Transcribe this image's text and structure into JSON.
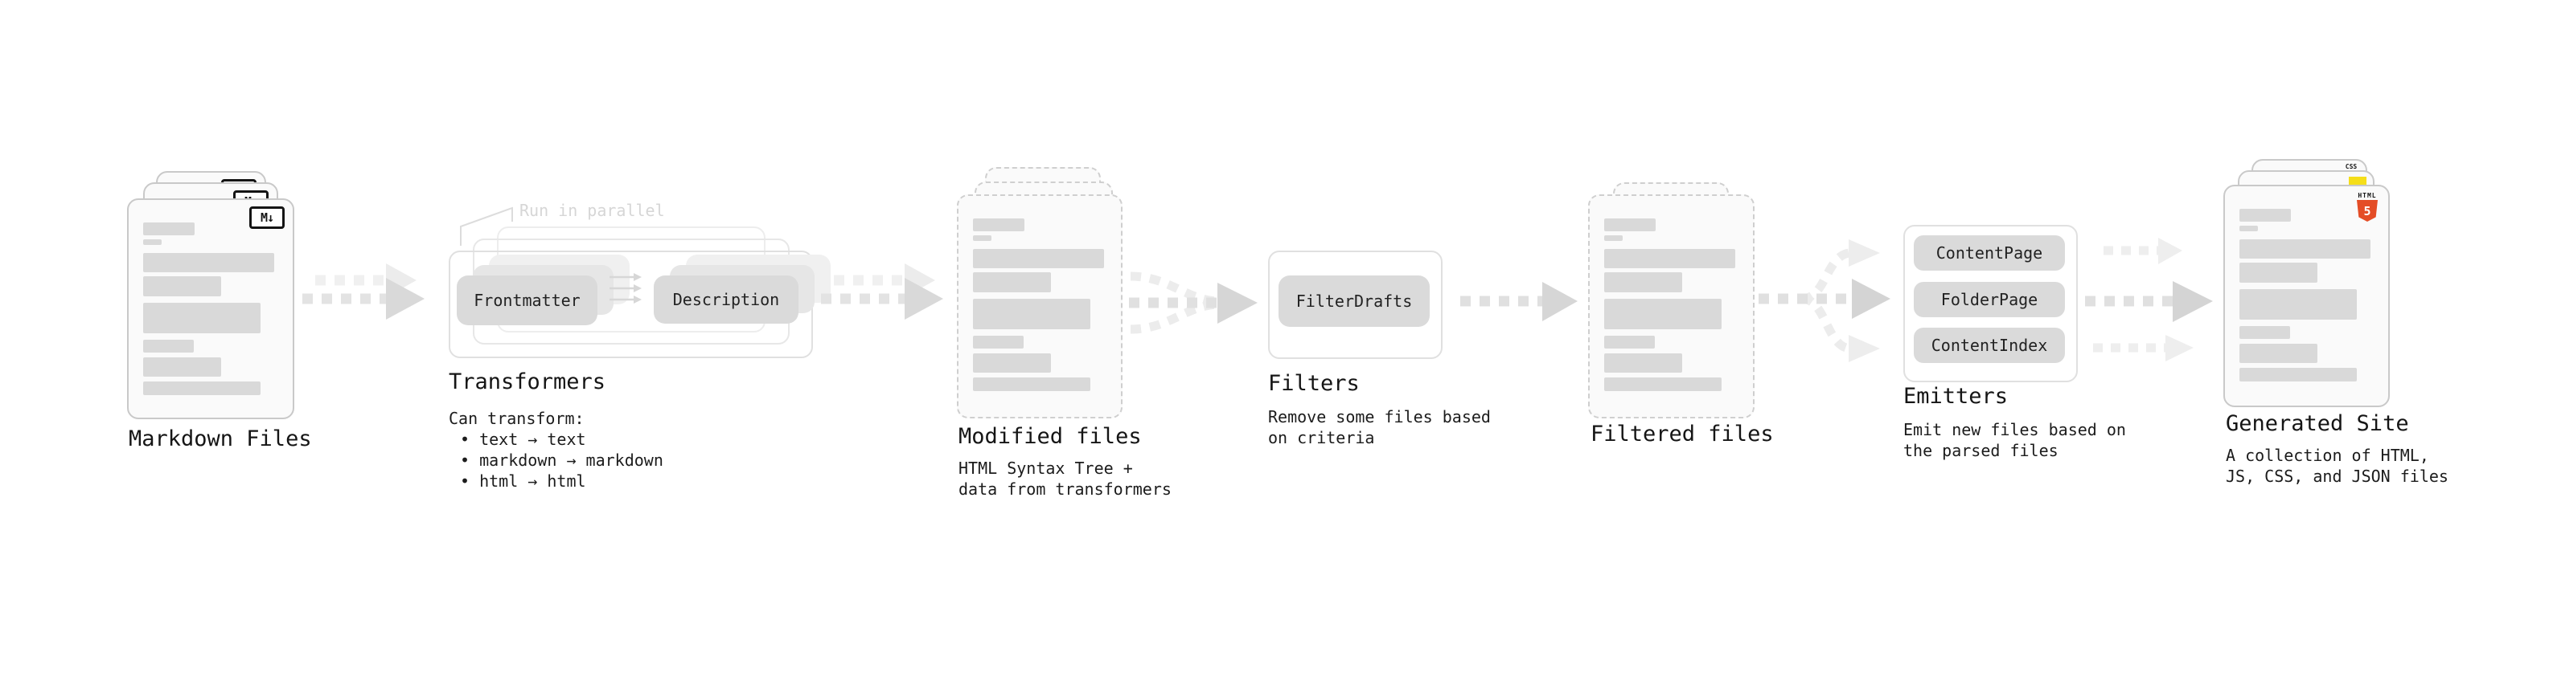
{
  "diagram": {
    "stages": {
      "markdown": {
        "label": "Markdown Files",
        "icon_text": "M↓"
      },
      "transformers": {
        "label": "Transformers",
        "annotation": "Run in parallel",
        "node_left": "Frontmatter",
        "node_right": "Description",
        "desc_lines": [
          "Can transform:",
          "• text → text",
          "• markdown → markdown",
          "• html → html"
        ]
      },
      "modified": {
        "label": "Modified files",
        "desc_lines": [
          "HTML Syntax Tree +",
          "data from transformers"
        ]
      },
      "filters": {
        "label": "Filters",
        "node": "FilterDrafts",
        "desc_lines": [
          "Remove some files based",
          "on criteria"
        ]
      },
      "filtered": {
        "label": "Filtered files"
      },
      "emitters": {
        "label": "Emitters",
        "nodes": [
          "ContentPage",
          "FolderPage",
          "ContentIndex"
        ],
        "desc_lines": [
          "Emit new files based on",
          "the parsed files"
        ]
      },
      "generated": {
        "label": "Generated Site",
        "badge_html_word": "HTML",
        "badge_html_number": "5",
        "badge_css": "CSS",
        "desc_lines": [
          "A collection of HTML,",
          "JS, CSS, and JSON files"
        ]
      }
    },
    "colors": {
      "card_fill": "#fafafa",
      "bar_fill": "#d9d9d9",
      "button_fill": "#dadada",
      "html5_orange": "#e44d26",
      "js_yellow": "#f5de19",
      "css_blue": "#2f5bff"
    }
  }
}
